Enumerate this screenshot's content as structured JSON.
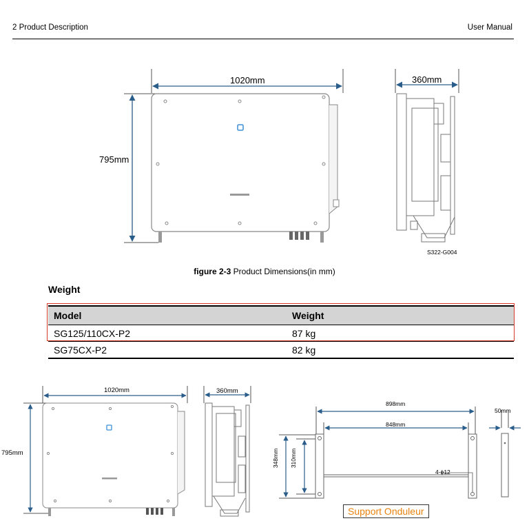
{
  "header": {
    "left": "2 Product Description",
    "right": "User Manual"
  },
  "figure_top": {
    "width_label": "1020mm",
    "height_label": "795mm",
    "depth_label": "360mm",
    "code": "S322-G004"
  },
  "caption": {
    "number": "figure 2-3",
    "text": "Product Dimensions(in mm)"
  },
  "section_title": "Weight",
  "weight_table": {
    "headers": [
      "Model",
      "Weight"
    ],
    "rows": [
      [
        "SG125/110CX-P2",
        "87 kg"
      ],
      [
        "SG75CX-P2",
        "82 kg"
      ]
    ]
  },
  "figure_bottom": {
    "width_label": "1020mm",
    "height_label": "795mm",
    "depth_label": "360mm",
    "bracket_outer_width": "898mm",
    "bracket_inner_width": "848mm",
    "bracket_outer_height": "348mm",
    "bracket_inner_height": "310mm",
    "bracket_depth": "50mm",
    "holes": "4-ϕ12",
    "support_label": "Support Onduleur"
  },
  "colors": {
    "highlight": "#d83a2a",
    "support_text": "#e8820e",
    "indicator": "#3a8fd8",
    "arrow": "#2a5d8a"
  }
}
